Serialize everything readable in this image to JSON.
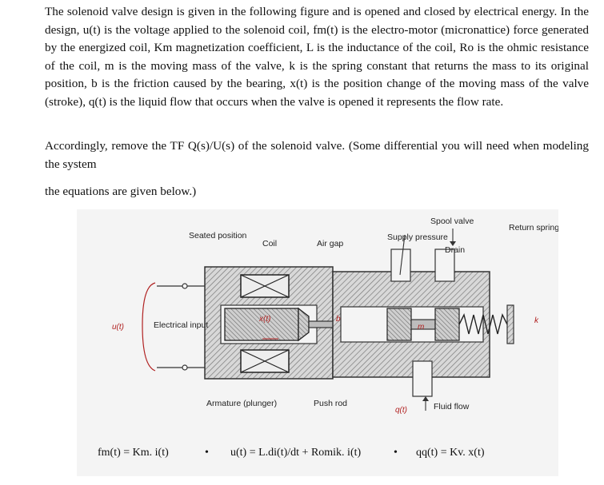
{
  "paragraphs": {
    "p1": "The solenoid valve design is given in the following figure and is opened and closed by electrical energy. In the design, u(t) is the voltage applied to the solenoid coil, fm(t) is the electro-motor (micronattice) force generated by the energized coil, Km magnetization coefficient, L is the inductance of the coil, Ro is the ohmic resistance of the coil, m is the moving mass of the valve, k is the spring constant that returns the mass to its original position, b is the friction caused by the bearing, x(t) is the position change of the moving mass of the valve (stroke), q(t) is the liquid flow that occurs when the valve is opened it represents the flow rate.",
    "p2": "Accordingly, remove the TF Q(s)/U(s) of the solenoid valve. (Some differential you will need when modeling the system",
    "p3": "the equations are given below.)"
  },
  "figure": {
    "labels": {
      "seated": "Seated position",
      "coil": "Coil",
      "air_gap": "Air gap",
      "supply": "Supply pressure",
      "spool_valve": "Spool valve",
      "drain": "Drain",
      "return_spring": "Return spring",
      "electrical": "Electrical input",
      "armature": "Armature (plunger)",
      "push_rod": "Push rod",
      "fluid_flow": "Fluid flow"
    },
    "annotations": {
      "u": "u(t)",
      "x": "x(t)",
      "b": "b",
      "m": "m",
      "k": "k",
      "q": "q(t)"
    },
    "equations": {
      "eq1": "fm(t) = Km. i(t)",
      "eq2": "u(t) = L.di(t)/dt + Romik. i(t)",
      "eq3": "qq(t) = Kv. x(t)",
      "bullet": "•"
    }
  }
}
